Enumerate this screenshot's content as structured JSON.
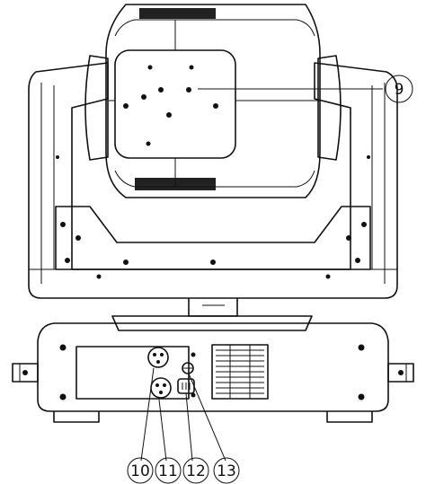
{
  "figure": {
    "type": "technical-line-drawing",
    "subject": "moving-head-light-rear-view",
    "colors": {
      "line": "#111111",
      "background": "#ffffff",
      "grille": "#222222"
    }
  },
  "callouts": [
    {
      "label": "9",
      "target": "head-rear-panel"
    },
    {
      "label": "10",
      "target": "xlr-input-connector"
    },
    {
      "label": "11",
      "target": "xlr-output-connector"
    },
    {
      "label": "12",
      "target": "power-connector"
    },
    {
      "label": "13",
      "target": "fuse-holder"
    }
  ]
}
